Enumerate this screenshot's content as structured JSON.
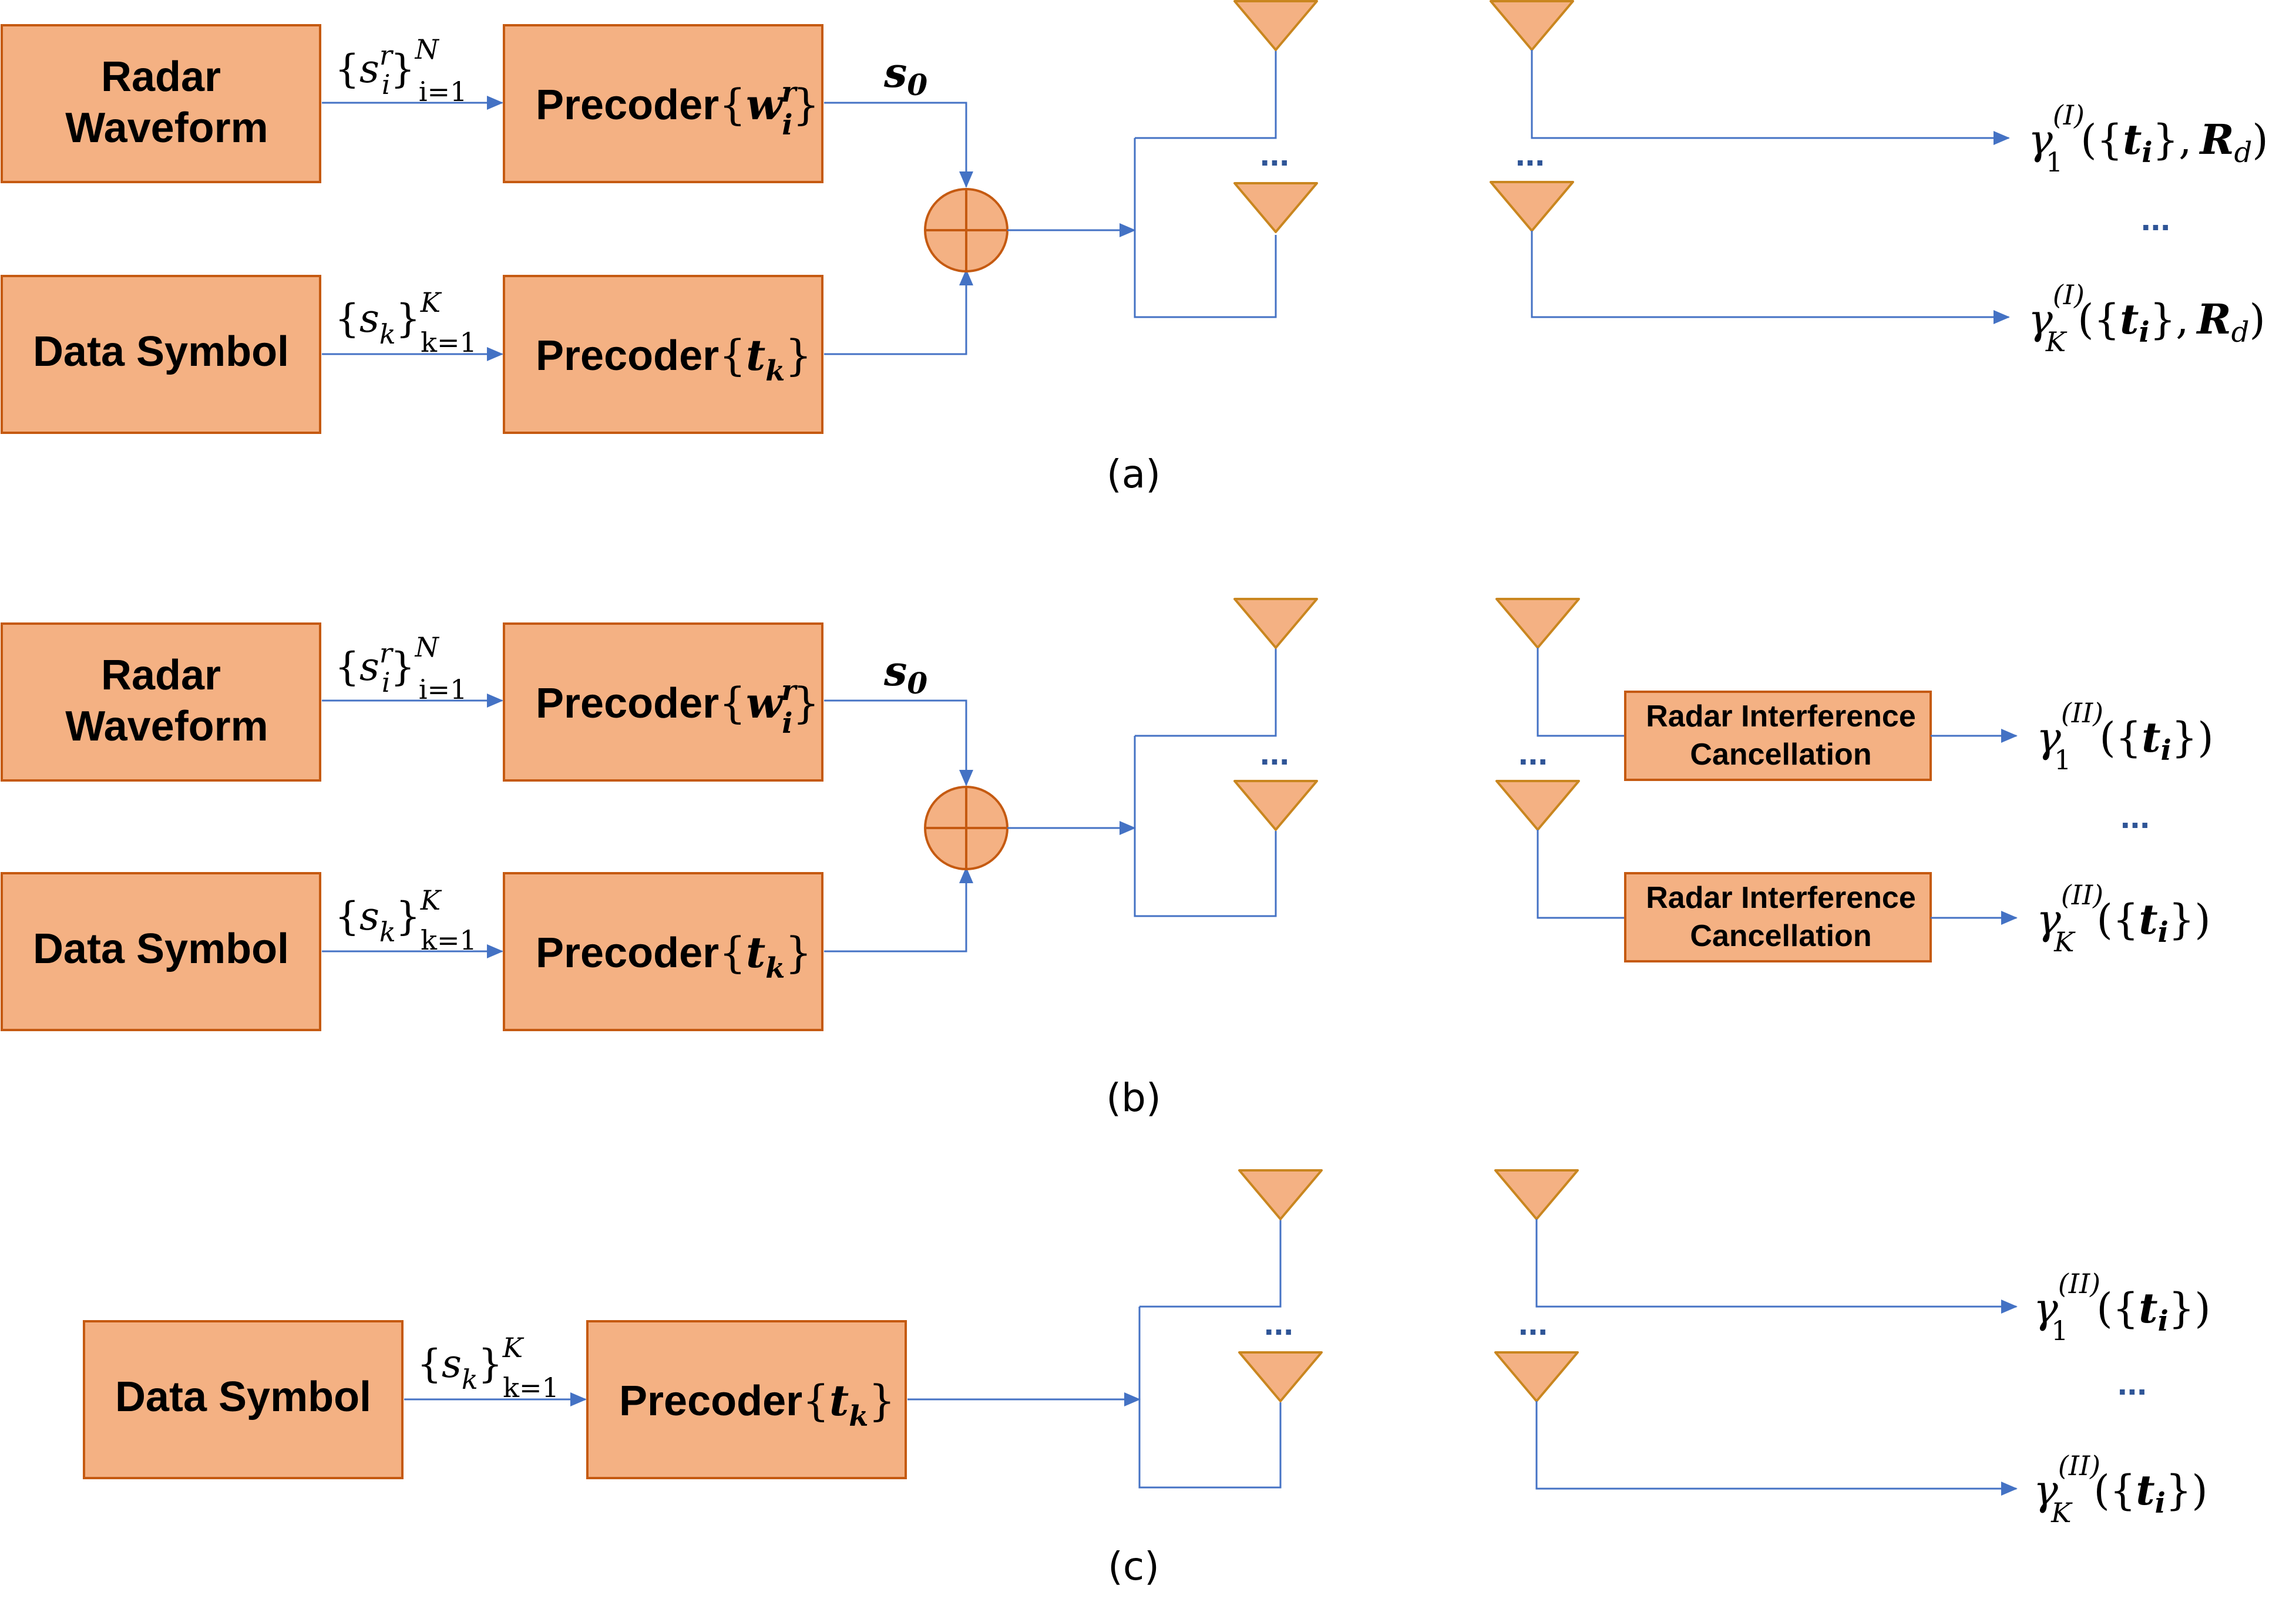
{
  "labels": {
    "radar_line1": "Radar",
    "radar_line2": "Waveform",
    "data_symbol": "Data Symbol",
    "precoder": "Precoder",
    "ric_line1": "Radar Interference",
    "ric_line2": "Cancellation",
    "ellipsis": "..."
  },
  "math": {
    "s": "s",
    "i": "i",
    "r": "r",
    "N": "N",
    "i_eq_1": "i=1",
    "k": "k",
    "K": "K",
    "k_eq_1": "k=1",
    "w": "w",
    "t": "t",
    "s0_s": "s",
    "s0_0": "0",
    "gamma": "γ",
    "one": "1",
    "sup_I": "(I)",
    "sup_II": "(II)",
    "R": "R",
    "d": "d",
    "lbrace": "{",
    "rbrace": "}",
    "lparen": "(",
    "rparen": ")",
    "comma": ",",
    "open_brace_paren": "({",
    "close_brace": "}",
    "close_brace_paren": "})",
    "paren_close": ")"
  },
  "captions": {
    "a": "(a)",
    "b": "(b)",
    "c": "(c)"
  },
  "colors": {
    "box_fill": "#F4B183",
    "box_stroke": "#C55A11",
    "wire": "#4472C4"
  }
}
